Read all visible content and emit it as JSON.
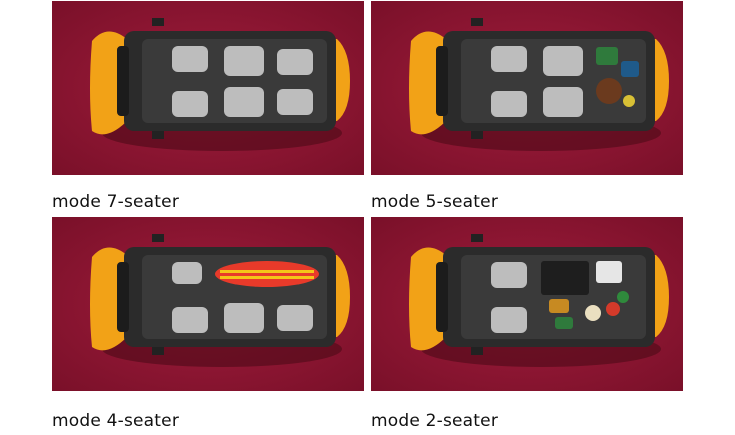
{
  "panels": [
    {
      "caption": "mode 7-seater",
      "cargo": "third-row seats"
    },
    {
      "caption": "mode 5-seater",
      "cargo": "luggage"
    },
    {
      "caption": "mode 4-seater",
      "cargo": "surfboard"
    },
    {
      "caption": "mode 2-seater",
      "cargo": "boxes and bags"
    }
  ],
  "colors": {
    "background": "#8e1733",
    "car_body": "#f2a217",
    "car_dark": "#2b2b2b",
    "seat": "#bdbdbd",
    "surfboard": "#e83a2a"
  }
}
